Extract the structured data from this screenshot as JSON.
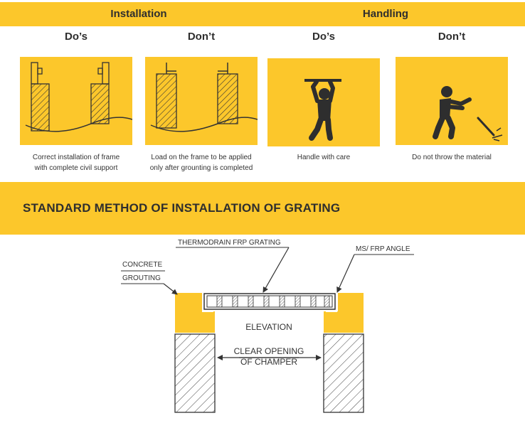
{
  "header": {
    "installation": "Installation",
    "handling": "Handling"
  },
  "columns": [
    {
      "heading": "Do’s",
      "caption_line1": "Correct installation of frame",
      "caption_line2": "with complete civil support"
    },
    {
      "heading": "Don’t",
      "caption_line1": "Load on the frame to be applied",
      "caption_line2": "only after grounting is completed"
    },
    {
      "heading": "Do’s",
      "caption_line1": "Handle with care",
      "caption_line2": ""
    },
    {
      "heading": "Don’t",
      "caption_line1": "Do not throw the material",
      "caption_line2": ""
    }
  ],
  "section": {
    "title": "STANDARD METHOD OF INSTALLATION OF GRATING"
  },
  "diagram": {
    "label_grating": "THERMODRAIN FRP GRATING",
    "label_angle": "MS/ FRP ANGLE",
    "label_concrete_1": "CONCRETE",
    "label_concrete_2": "GROUTING",
    "label_elevation": "ELEVATION",
    "label_opening_1": "CLEAR OPENING",
    "label_opening_2": "OF CHAMPER"
  },
  "colors": {
    "accent": "#fcc72b",
    "text": "#2e2e2e"
  }
}
